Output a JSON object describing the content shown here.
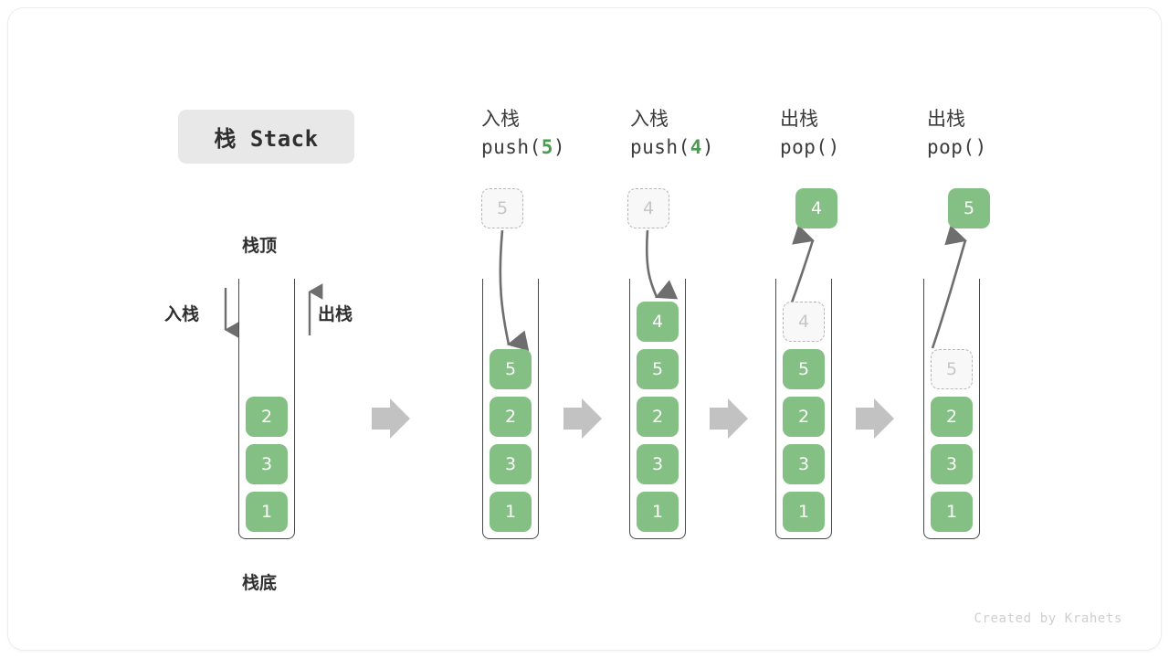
{
  "title": {
    "chip_label": "栈 Stack"
  },
  "legend": {
    "top_label": "栈顶",
    "bottom_label": "栈底",
    "push_label": "入栈",
    "pop_label": "出栈"
  },
  "footer": {
    "credit": "Created by Krahets"
  },
  "colors": {
    "block_green": "#84bf84",
    "ghost_fill": "#f8f8f8",
    "ghost_border": "#b6b6b6",
    "ghost_text": "#c6c6c6",
    "container_stroke": "#4a4a4a",
    "flow_arrow": "#c2c2c2",
    "motion_arrow": "#6e6e6e",
    "chip_bg": "#e8e8e8",
    "code_arg": "#4a9a4f"
  },
  "columns": [
    {
      "id": "initial",
      "caption_cn": "",
      "caption_code": "",
      "stack": [
        "2",
        "3",
        "1"
      ],
      "incoming": null,
      "outgoing": null,
      "ghost_in_stack": null
    },
    {
      "id": "push-5",
      "caption_cn": "入栈",
      "caption_code_prefix": "push(",
      "caption_code_arg": "5",
      "caption_code_suffix": ")",
      "stack": [
        "5",
        "2",
        "3",
        "1"
      ],
      "incoming_value": "5",
      "outgoing_value": null,
      "ghost_in_stack": null
    },
    {
      "id": "push-4",
      "caption_cn": "入栈",
      "caption_code_prefix": "push(",
      "caption_code_arg": "4",
      "caption_code_suffix": ")",
      "stack": [
        "4",
        "5",
        "2",
        "3",
        "1"
      ],
      "incoming_value": "4",
      "outgoing_value": null,
      "ghost_in_stack": null
    },
    {
      "id": "pop-4",
      "caption_cn": "出栈",
      "caption_code_prefix": "pop(",
      "caption_code_arg": "",
      "caption_code_suffix": ")",
      "stack": [
        "5",
        "2",
        "3",
        "1"
      ],
      "incoming_value": null,
      "outgoing_value": "4",
      "ghost_in_stack": "4"
    },
    {
      "id": "pop-5",
      "caption_cn": "出栈",
      "caption_code_prefix": "pop(",
      "caption_code_arg": "",
      "caption_code_suffix": ")",
      "stack": [
        "2",
        "3",
        "1"
      ],
      "incoming_value": null,
      "outgoing_value": "5",
      "ghost_in_stack": "5"
    }
  ]
}
